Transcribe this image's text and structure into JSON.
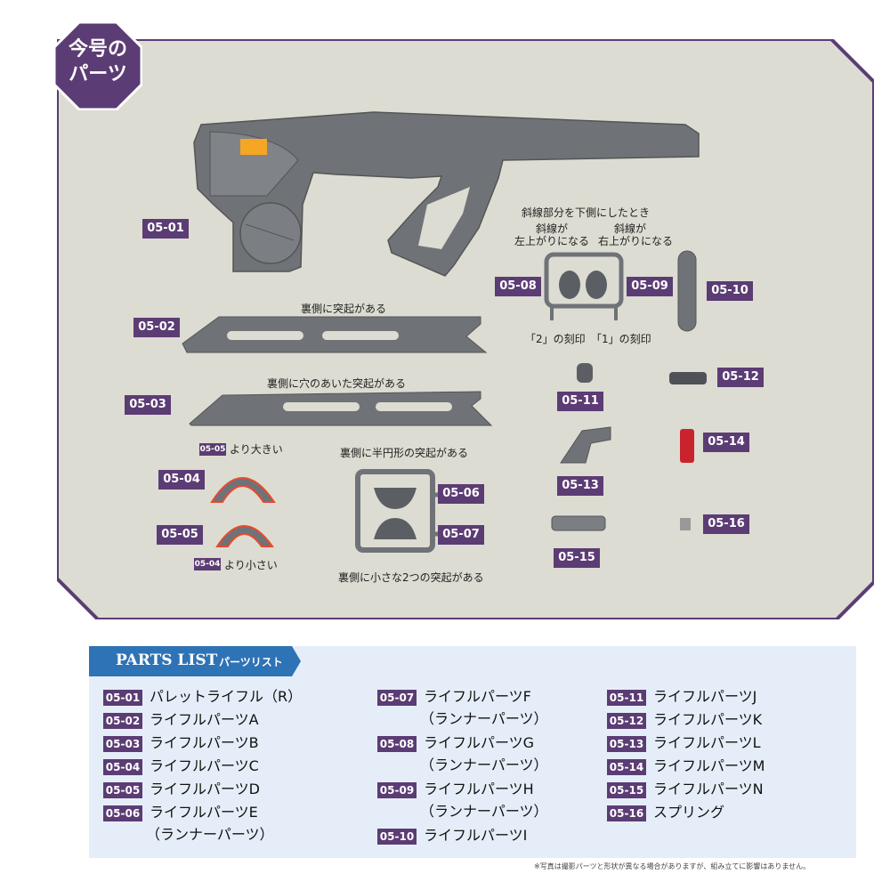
{
  "badge": {
    "line1": "今号の",
    "line2": "パーツ"
  },
  "colors": {
    "frame": "#5c3c74",
    "photo_bg": "#dcdcd2",
    "parts_gray": "#6f7378",
    "list_bg": "#e5eef8",
    "list_header": "#2e73b5",
    "accent": "#e8492e"
  },
  "labels": {
    "p0501": "05-01",
    "p0502": "05-02",
    "p0503": "05-03",
    "p0504": "05-04",
    "p0505": "05-05",
    "p0506": "05-06",
    "p0507": "05-07",
    "p0508": "05-08",
    "p0509": "05-09",
    "p0510": "05-10",
    "p0511": "05-11",
    "p0512": "05-12",
    "p0513": "05-13",
    "p0514": "05-14",
    "p0515": "05-15",
    "p0516": "05-16",
    "small0505": "05-05",
    "small0504": "05-04"
  },
  "annotations": {
    "shasen_title": "斜線部分を下側にしたとき",
    "shasen_left_1": "斜線が",
    "shasen_left_2": "左上がりになる",
    "shasen_right_1": "斜線が",
    "shasen_right_2": "右上がりになる",
    "mark2": "「2」の刻印",
    "mark1": "「1」の刻印",
    "back_bump_0502": "裏側に突起がある",
    "back_hole_0503": "裏側に穴のあいた突起がある",
    "bigger_than": "より大きい",
    "smaller_than": "より小さい",
    "semicircle_0506": "裏側に半円形の突起がある",
    "two_bumps_0507": "裏側に小さな2つの突起がある"
  },
  "parts_list": {
    "title_en": "PARTS LIST",
    "title_jp": "パーツリスト",
    "col1": [
      {
        "id": "05-01",
        "name": "パレットライフル（R）"
      },
      {
        "id": "05-02",
        "name": "ライフルパーツA"
      },
      {
        "id": "05-03",
        "name": "ライフルパーツB"
      },
      {
        "id": "05-04",
        "name": "ライフルパーツC"
      },
      {
        "id": "05-05",
        "name": "ライフルパーツD"
      },
      {
        "id": "05-06",
        "name": "ライフルパーツE",
        "sub": "（ランナーパーツ）"
      }
    ],
    "col2": [
      {
        "id": "05-07",
        "name": "ライフルパーツF",
        "sub": "（ランナーパーツ）"
      },
      {
        "id": "05-08",
        "name": "ライフルパーツG",
        "sub": "（ランナーパーツ）"
      },
      {
        "id": "05-09",
        "name": "ライフルパーツH",
        "sub": "（ランナーパーツ）"
      },
      {
        "id": "05-10",
        "name": "ライフルパーツI"
      }
    ],
    "col3": [
      {
        "id": "05-11",
        "name": "ライフルパーツJ"
      },
      {
        "id": "05-12",
        "name": "ライフルパーツK"
      },
      {
        "id": "05-13",
        "name": "ライフルパーツL"
      },
      {
        "id": "05-14",
        "name": "ライフルパーツM"
      },
      {
        "id": "05-15",
        "name": "ライフルパーツN"
      },
      {
        "id": "05-16",
        "name": "スプリング"
      }
    ]
  },
  "footnote": "※写真は撮影パーツと形状が異なる場合がありますが、組み立てに影響はありません。"
}
